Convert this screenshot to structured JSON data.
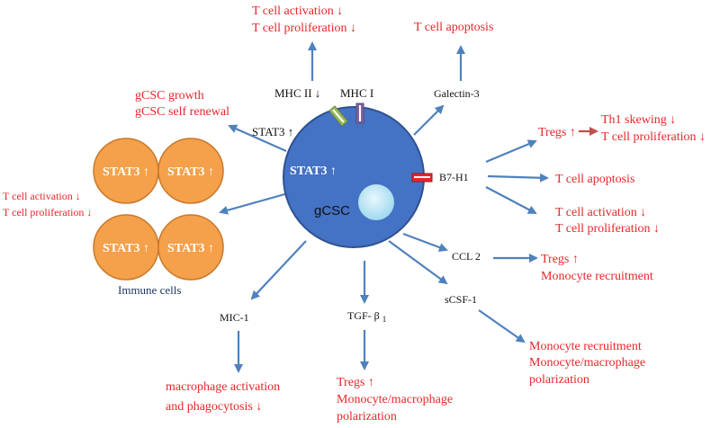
{
  "core": {
    "name": "gCSC",
    "stat3": "STAT3 ↑"
  },
  "immune": {
    "caption": "Immune cells",
    "cells": [
      "STAT3 ↑",
      "STAT3 ↑",
      "STAT3 ↑",
      "STAT3 ↑"
    ],
    "effects": [
      "T cell activation ↓",
      "T cell proliferation ↓"
    ]
  },
  "mhc": {
    "mhc2": "MHC II ↓",
    "mhc1": "MHC I",
    "effects": [
      "T cell activation ↓",
      "T cell proliferation ↓"
    ]
  },
  "stat3_branch": {
    "label": "STAT3 ↑",
    "effects": [
      "gCSC growth",
      "gCSC self renewal"
    ]
  },
  "galectin": {
    "label": "Galectin-3",
    "effect": "T cell apoptosis"
  },
  "b7h1": {
    "label": "B7-H1",
    "tregs": "Tregs ↑",
    "treg_effects": [
      "Th1 skewing ↓",
      "T cell proliferation ↓"
    ],
    "apoptosis": "T cell apoptosis",
    "activation": [
      "T cell activation ↓",
      "T cell proliferation ↓"
    ]
  },
  "ccl2": {
    "label": "CCL 2",
    "effects": [
      "Tregs ↑",
      "Monocyte recruitment"
    ]
  },
  "scsf": {
    "label": "sCSF-1",
    "effects": [
      "Monocyte recruitment",
      "Monocyte/macrophage",
      "polarization"
    ]
  },
  "tgf": {
    "label": "TGF- β",
    "sub": "1",
    "effects": [
      "Tregs ↑",
      "Monocyte/macrophage",
      "polarization"
    ]
  },
  "mic1": {
    "label": "MIC-1",
    "effects": [
      "macrophage activation",
      "and phagocytosis ↓"
    ]
  },
  "colors": {
    "core_fill": "#4472c4",
    "immune_fill": "#f5a04a",
    "arrow": "#4f81bd",
    "effect_text": "#e8262a",
    "treg_arrow": "#c0504d"
  }
}
